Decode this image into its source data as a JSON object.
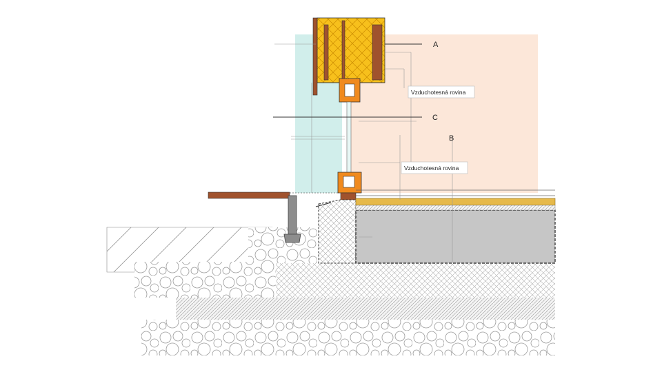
{
  "diagram": {
    "labels": {
      "a": "A",
      "b": "B",
      "c": "C"
    },
    "callouts": {
      "upper": "Vzduchotesná rovina",
      "lower": "Vzduchotesná rovina"
    },
    "colors": {
      "interior_zone": "#fbe3d2",
      "exterior_zone": "#c9ebe7",
      "insulation": "#f7c01c",
      "timber": "#a0522d",
      "window_frame": "#f08a1e",
      "concrete": "#c8c8c8",
      "floor_layer": "#e6b94a",
      "line": "#333333"
    }
  }
}
